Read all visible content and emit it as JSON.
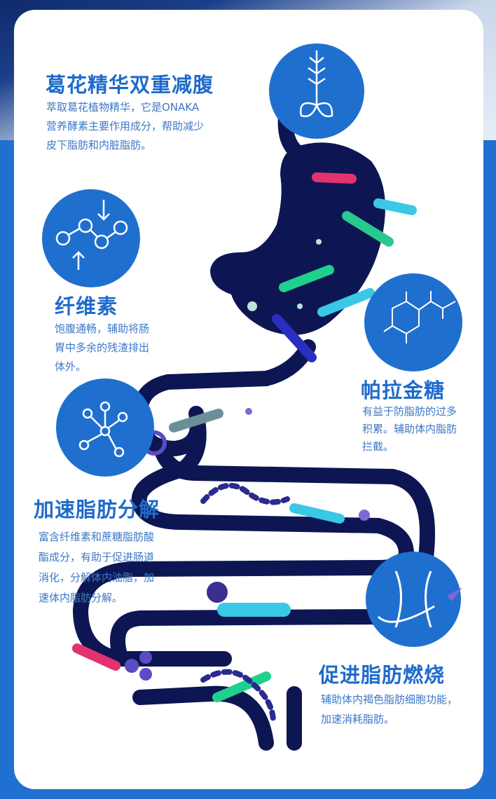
{
  "colors": {
    "accent": "#1f6fcf",
    "frame": "#2070d2",
    "tube": "#0d1652",
    "heading": "#1f6bcc",
    "body": "#3c78c6"
  },
  "sections": [
    {
      "title": "葛花精华双重减腹",
      "body": "萃取葛花植物精华，它是ONAKA\n营养酵素主要作用成分，帮助减少\n皮下脂肪和内脏脂肪。",
      "icon": "wheat-icon"
    },
    {
      "title": "纤维素",
      "body": "饱腹通畅，辅助将肠\n胃中多余的残渣排出\n体外。",
      "icon": "fiber-molecule-icon"
    },
    {
      "title": "帕拉金糖",
      "body": "有益于防脂肪的过多\n积累。辅助体内脂肪\n拦截。",
      "icon": "glucose-structure-icon"
    },
    {
      "title": "加速脂肪分解",
      "body": "富含纤维素和蔗糖脂肪酸\n酯成分，有助于促进肠道\n消化，分解体内油脂，加\n速体内脂肪分解。",
      "icon": "network-icon"
    },
    {
      "title": "促进脂肪燃烧",
      "body": "辅助体内褐色脂肪细胞功能，\n加速消耗脂肪。",
      "icon": "waist-icon"
    }
  ]
}
